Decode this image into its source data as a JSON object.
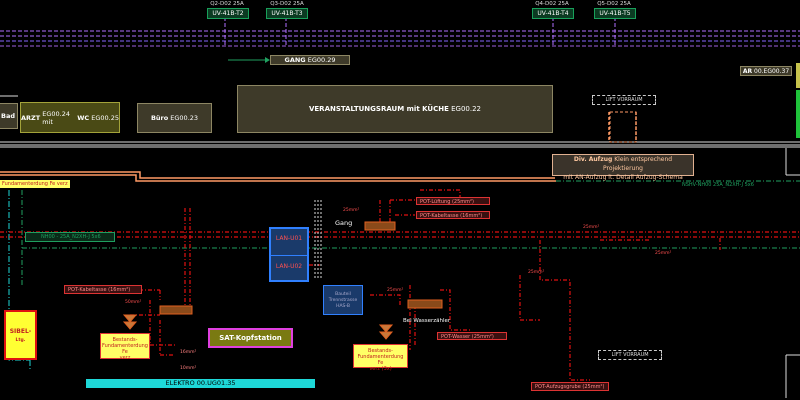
{
  "panels": [
    {
      "circuit": "Q2-D02 25A",
      "tag": "UV-41B-T2"
    },
    {
      "circuit": "Q3-D02 25A",
      "tag": "UV-41B-T3"
    },
    {
      "circuit": "Q4-D02 25A",
      "tag": "UV-41B-T4"
    },
    {
      "circuit": "Q5-D02 25A",
      "tag": "UV-41B-T5"
    }
  ],
  "rooms": {
    "gang": {
      "name": "GANG",
      "code": "EG00.29"
    },
    "ar": {
      "name": "AR",
      "code": "00.EG00.37"
    },
    "bad": {
      "name": "Bad"
    },
    "arzt": {
      "name": "ARZT",
      "middle": "EG00.24 mit",
      "wc": "WC",
      "code": "EG00.25"
    },
    "buero": {
      "name": "Büro",
      "code": "EG00.23"
    },
    "veranstaltung": {
      "name": "VERANSTALTUNGSRAUM mit KÜCHE",
      "code": "EG00.22"
    },
    "lift_upper": "LIFT VORRAUM",
    "lift_lower": "LIFT VORRAUM",
    "elektro": "ELEKTRO 00.UG01.35"
  },
  "notes": {
    "aufzug_title": "Div. Aufzug",
    "aufzug_rest": "Klein entsprechend Projektierung",
    "aufzug_line2": "mit AN-Aufzug lt. Detail Aufzug-Schema",
    "nshv": "NSHV-NH00 25A_N2XH-J 5x6",
    "nh00": "NH00 - 25A_N2XH-J 5x6",
    "erdung": "Fundamenterdung Fe",
    "erdung_suffix": "verz"
  },
  "pot_labels": {
    "lueftung": "POT-Lüftung (25mm²)",
    "kabeltasse1": "POT-Kabeltasse (16mm²)",
    "kabeltasse_left": "POT-Kabeltasse (16mm²)",
    "wasser": "POT-Wasser (25mm²)",
    "aufzug": "POT-Aufzugsgrube (25mm²)"
  },
  "blocks": {
    "lan1": "LAN-U01",
    "lan2": "LAN-U02",
    "sat": "SAT-Kopfstation",
    "sibel_line1": "SIBEL-",
    "sibel_line2": "Ltg.",
    "bauteil": [
      "Bauteil",
      "Trennstrasse",
      "HAS-B"
    ]
  },
  "text": {
    "gang": "Gang",
    "wasserzaehler": "Bei Wasserzähler",
    "bestands1": "Bestands-",
    "bestands_erdung1": "Fundamenterdung Fe",
    "bestands_erdung1_suffix": "verz",
    "bestands2": "Bestands-",
    "bestands_erdung2": "Fundamenterdung Fe",
    "bestands_erdung2_suffix": "verz (3x)",
    "mm16_a": "16mm²",
    "mm10_a": "10mm²",
    "mm25_a": "25mm²",
    "mm25_b": "25mm²",
    "mm25_c": "25mm²",
    "mm25_d": "25mm²",
    "mm25_e": "25mm²",
    "mm_left": "50mm²"
  },
  "colors": {
    "purple": "#b070ff",
    "violet": "#7a5cff",
    "red": "#e01010",
    "green": "#1fa060",
    "cyan": "#1ed8d8",
    "yellow": "#ffff66",
    "salmon": "#ff9a66"
  }
}
